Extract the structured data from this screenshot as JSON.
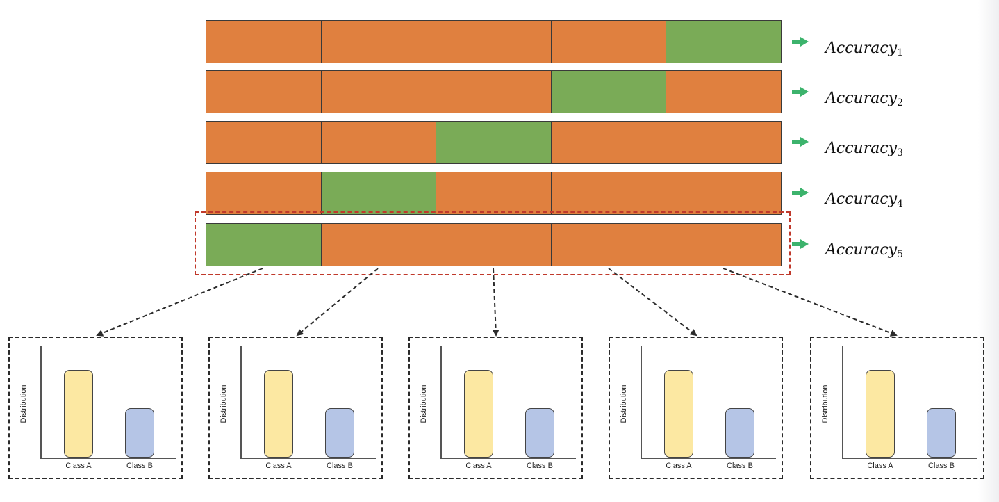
{
  "folds": [
    {
      "segments": [
        "train",
        "train",
        "train",
        "train",
        "test"
      ],
      "accuracy": {
        "base": "Accuracy",
        "sub": "1"
      }
    },
    {
      "segments": [
        "train",
        "train",
        "train",
        "test",
        "train"
      ],
      "accuracy": {
        "base": "Accuracy",
        "sub": "2"
      }
    },
    {
      "segments": [
        "train",
        "train",
        "test",
        "train",
        "train"
      ],
      "accuracy": {
        "base": "Accuracy",
        "sub": "3"
      }
    },
    {
      "segments": [
        "train",
        "test",
        "train",
        "train",
        "train"
      ],
      "accuracy": {
        "base": "Accuracy",
        "sub": "4"
      }
    },
    {
      "segments": [
        "test",
        "train",
        "train",
        "train",
        "train"
      ],
      "accuracy": {
        "base": "Accuracy",
        "sub": "5"
      }
    }
  ],
  "highlighted_fold": 5,
  "colors": {
    "train": "#e0803f",
    "test": "#7aab57",
    "arrow": "#3cb36c",
    "highlight": "#c0392b",
    "class_a": "#fce8a2",
    "class_b": "#b5c5e6"
  },
  "distribution_charts": [
    {
      "ylabel": "Distribution",
      "categories": [
        "Class A",
        "Class B"
      ],
      "values": [
        1.0,
        0.56
      ]
    },
    {
      "ylabel": "Distribution",
      "categories": [
        "Class A",
        "Class B"
      ],
      "values": [
        1.0,
        0.56
      ]
    },
    {
      "ylabel": "Distribution",
      "categories": [
        "Class A",
        "Class B"
      ],
      "values": [
        1.0,
        0.56
      ]
    },
    {
      "ylabel": "Distribution",
      "categories": [
        "Class A",
        "Class B"
      ],
      "values": [
        1.0,
        0.56
      ]
    },
    {
      "ylabel": "Distribution",
      "categories": [
        "Class A",
        "Class B"
      ],
      "values": [
        1.0,
        0.56
      ]
    }
  ]
}
